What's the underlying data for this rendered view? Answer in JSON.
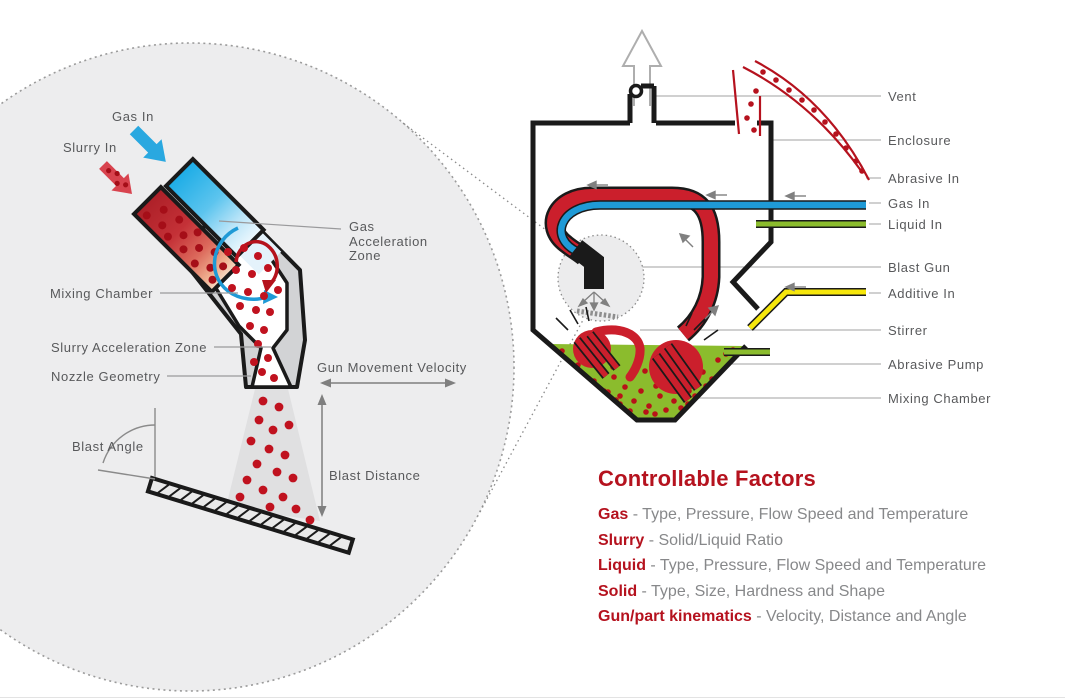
{
  "inset": {
    "labels": {
      "gas_in": "Gas In",
      "slurry_in": "Slurry In",
      "gas_acceleration_zone": "Gas\nAcceleration\nZone",
      "mixing_chamber": "Mixing Chamber",
      "slurry_acceleration_zone": "Slurry Acceleration Zone",
      "nozzle_geometry": "Nozzle Geometry",
      "gun_movement_velocity": "Gun Movement Velocity",
      "blast_distance": "Blast Distance",
      "blast_angle": "Blast Angle"
    }
  },
  "machine": {
    "labels": [
      "Vent",
      "Enclosure",
      "Abrasive In",
      "Gas In",
      "Liquid In",
      "Blast Gun",
      "Additive In",
      "Stirrer",
      "Abrasive Pump",
      "Mixing Chamber"
    ]
  },
  "factors": {
    "heading": "Controllable Factors",
    "items": [
      {
        "term": "Gas",
        "desc": " - Type, Pressure, Flow Speed and Temperature"
      },
      {
        "term": "Slurry",
        "desc": " - Solid/Liquid Ratio"
      },
      {
        "term": "Liquid",
        "desc": " - Type, Pressure, Flow Speed and Temperature"
      },
      {
        "term": "Solid",
        "desc": " - Type, Size, Hardness and Shape"
      },
      {
        "term": "Gun/part kinematics",
        "desc": " - Velocity, Distance and Angle"
      }
    ]
  },
  "colors": {
    "red": "#c22030",
    "dark_red_dots": "#b5121e",
    "blue": "#1f9ad6",
    "green": "#8bbc2d",
    "yellow": "#f6e70c",
    "label_gray": "#58595b",
    "heading_red": "#b5121e",
    "circle_fill": "#ededee",
    "outline_black": "#1a1a1a"
  }
}
